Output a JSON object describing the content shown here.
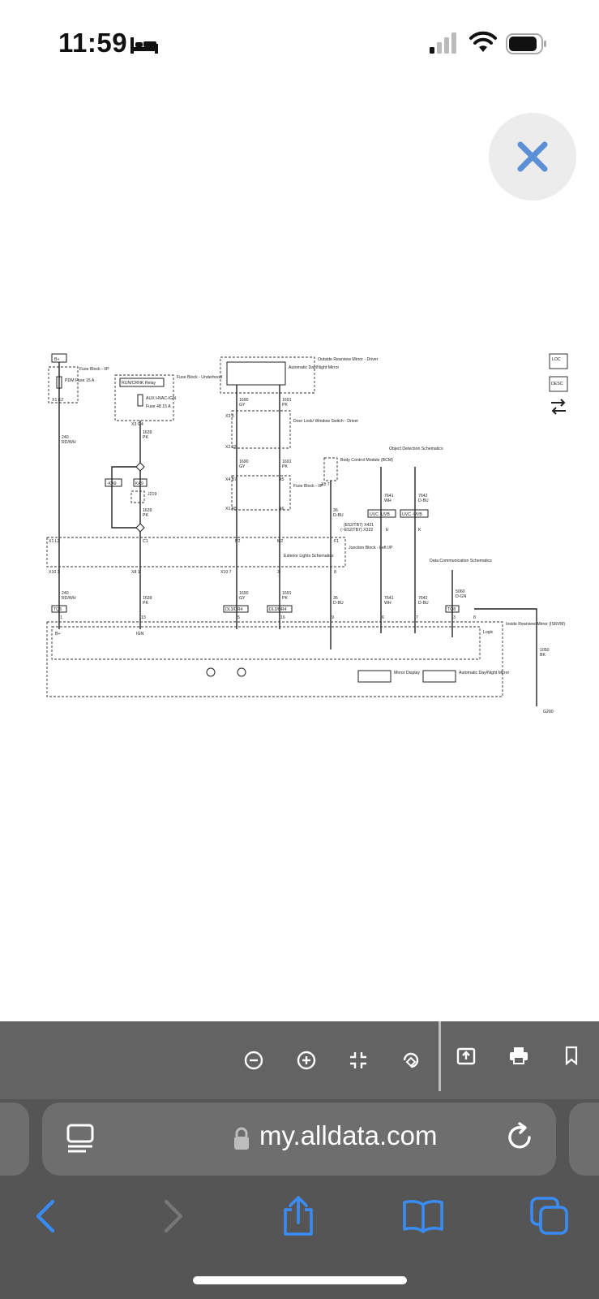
{
  "status_bar": {
    "time": "11:59",
    "sleep_icon": "bed-icon",
    "signal_icon": "cellular-signal-icon",
    "wifi_icon": "wifi-icon",
    "battery_icon": "battery-icon"
  },
  "viewer": {
    "close_icon": "close-x-icon",
    "accent_color": "#5b8fd6"
  },
  "diagram": {
    "labels": {
      "bplus": "B+",
      "fuse_block_ip": "Fuse Block - I/P",
      "pdm_fuse": "PDM Fuse 15 A",
      "x1_e2": "X1 E2",
      "wire_240a": "240",
      "wire_240a_color": "RD/WH",
      "run_crnk_relay": "RUN/CRNK Relay",
      "fuse_block_underhood": "Fuse Block - Underhood",
      "aux_hvac_ign": "AUX HVAC-IGN",
      "fuse_48": "Fuse 48 15 A",
      "x3_g4": "X3 G4",
      "wire_1639a": "1639",
      "wire_pk": "PK",
      "ka9_dash": "-KA9",
      "ka9": "KA9",
      "j219": "J219",
      "wire_1639b": "1639",
      "outside_mirror": "Outside Rearview Mirror - Driver",
      "auto_day_night": "Automatic Day/Night Mirror",
      "wire_1690": "1690",
      "wire_gy": "GY",
      "wire_1691": "1691",
      "x3_3": "X3 3",
      "x2_12": "X2 12",
      "door_lock": "Door Lock/ Window Switch - Driver",
      "x4_b7": "X4 B7",
      "a5": "A5",
      "a6": "A6",
      "x1_a5": "X1 A5",
      "fuse_block_ip2": "Fuse Block - I/P",
      "bcm": "Body Control Module (BCM)",
      "x5_7": "X5 7",
      "wire_36": "36",
      "wire_dbu": "D-BU",
      "object_detection": "Object Detection Schematics",
      "wire_7641": "7641",
      "wire_wh": "WH",
      "wire_7642": "7642",
      "uvc_uvb": "UVC -UVB",
      "e52_tb7": "(E52/TB7) X421",
      "e52_tb7b": "(~E52/TB7) X322",
      "pin_e": "E",
      "pin_k": "K",
      "x1_l2": "X1 L2",
      "c1": "C1",
      "p2": "P2",
      "m2": "M2",
      "f1": "F1",
      "junction_block": "Junction Block - Left I/P",
      "exterior_lights": "Exterior Lights Schematics",
      "x10_1": "X10 1",
      "x8_1": "X8 1",
      "x10_7": "X10 7",
      "pin_3": "3",
      "pin_8": "8",
      "data_comm": "Data Communication Schematics",
      "wire_5060": "5060",
      "wire_dgn": "D-GN",
      "tq5": "TQ5",
      "tq8": "TQ8",
      "dl3": "DL3/DR4",
      "dl3b": "DL3/DR4",
      "pin_1": "1",
      "pin_13": "13",
      "pin_5": "5",
      "pin_16": "16",
      "pin_9": "9",
      "pin_6": "6",
      "pin_7": "7",
      "pin_3b": "3",
      "pin_8b": "8",
      "inside_mirror": "Inside Rearview Mirror (ISRVM)",
      "logic": "Logic",
      "bplus_2": "B+",
      "ign": "IGN",
      "wire_1050": "1050",
      "wire_bk": "BK",
      "g200": "G200",
      "mirror_display": "Mirror Display",
      "auto_mirror2": "Automatic Day/Night Mirror",
      "loc": "LOC",
      "desc": "DESC"
    }
  },
  "toolbar": {
    "zoom_out_icon": "zoom-out-icon",
    "zoom_in_icon": "zoom-in-icon",
    "fit_icon": "fit-to-screen-icon",
    "rotate_icon": "rotate-icon",
    "export_icon": "export-icon",
    "print_icon": "print-icon",
    "bookmark_icon": "bookmark-icon"
  },
  "browser": {
    "url": "my.alldata.com",
    "reader_icon": "reader-view-icon",
    "lock_icon": "lock-icon",
    "reload_icon": "reload-icon",
    "back_icon": "back-chevron-icon",
    "forward_icon": "forward-chevron-icon",
    "share_icon": "share-icon",
    "bookmarks_icon": "bookmarks-book-icon",
    "tabs_icon": "tabs-icon",
    "accent_color": "#3a8cf5"
  }
}
